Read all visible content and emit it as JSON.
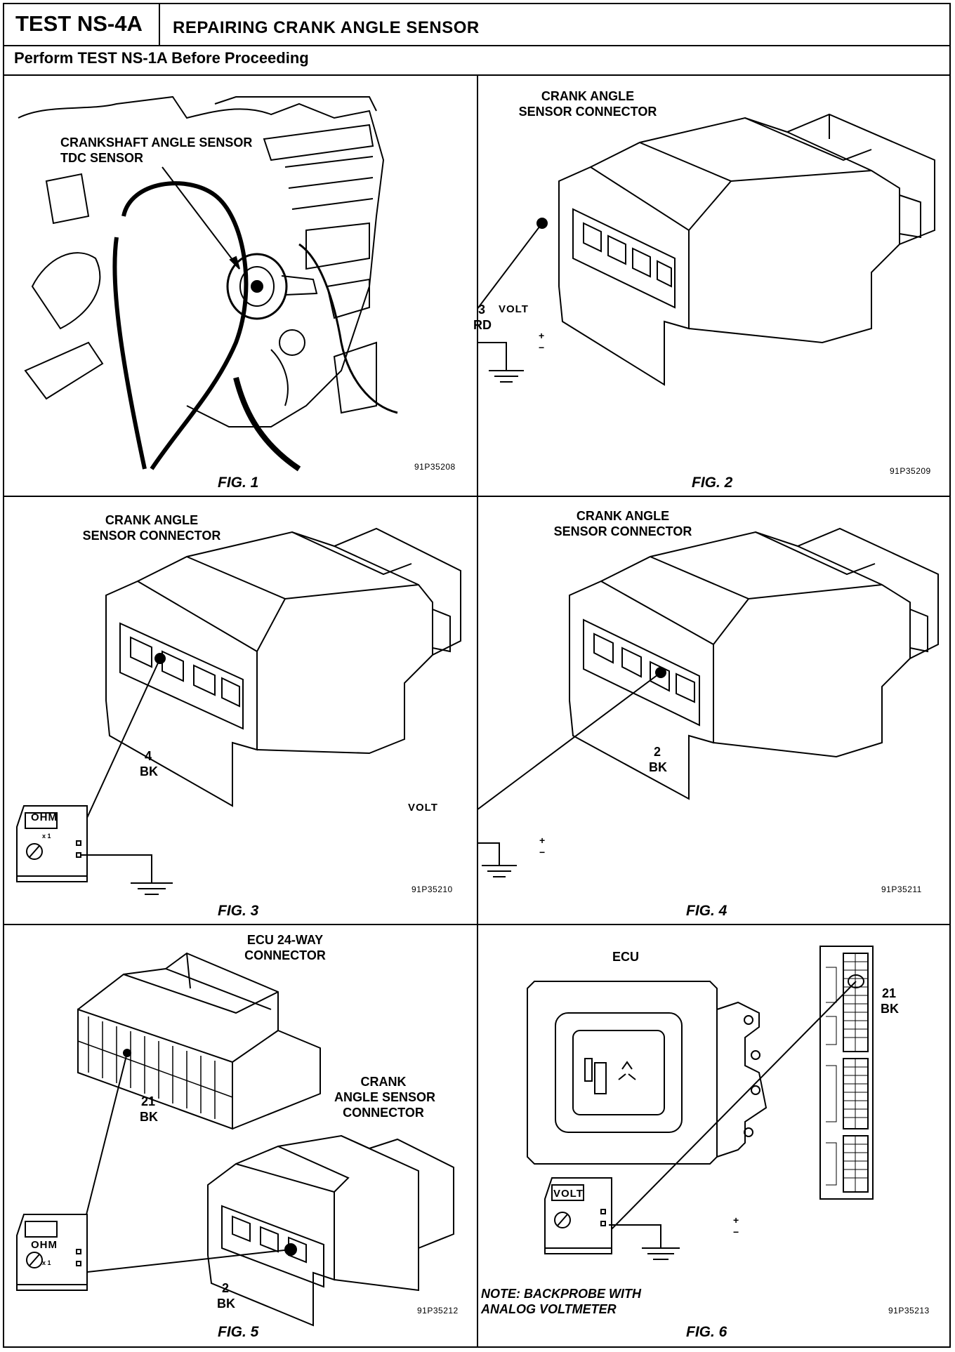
{
  "header": {
    "test_id": "TEST NS-4A",
    "title": "REPAIRING CRANK ANGLE SENSOR",
    "subtitle": "Perform TEST NS-1A Before Proceeding"
  },
  "fig1": {
    "label_line1": "CRANKSHAFT ANGLE SENSOR",
    "label_line2": "TDC SENSOR",
    "code": "91P35208",
    "caption": "FIG. 1"
  },
  "fig2": {
    "label_line1": "CRANK ANGLE",
    "label_line2": "SENSOR CONNECTOR",
    "pin": "3",
    "wire": "RD",
    "meter": "VOLT",
    "plus": "+",
    "minus": "−",
    "code": "91P35209",
    "caption": "FIG. 2"
  },
  "fig3": {
    "label_line1": "CRANK ANGLE",
    "label_line2": "SENSOR CONNECTOR",
    "pin": "4",
    "wire": "BK",
    "meter": "OHM",
    "range": "x 1",
    "code": "91P35210",
    "caption": "FIG. 3"
  },
  "fig4": {
    "label_line1": "CRANK ANGLE",
    "label_line2": "SENSOR CONNECTOR",
    "pin": "2",
    "wire": "BK",
    "meter": "VOLT",
    "plus": "+",
    "minus": "−",
    "code": "91P35211",
    "caption": "FIG. 4"
  },
  "fig5": {
    "ecu_label_line1": "ECU 24-WAY",
    "ecu_label_line2": "CONNECTOR",
    "ecu_pin": "21",
    "ecu_wire": "BK",
    "sensor_label_line1": "CRANK",
    "sensor_label_line2": "ANGLE SENSOR",
    "sensor_label_line3": "CONNECTOR",
    "sensor_pin": "2",
    "sensor_wire": "BK",
    "meter": "OHM",
    "range": "x 1",
    "code": "91P35212",
    "caption": "FIG. 5"
  },
  "fig6": {
    "ecu_label": "ECU",
    "pin": "21",
    "wire": "BK",
    "meter": "VOLT",
    "plus": "+",
    "minus": "−",
    "note_line1": "NOTE: BACKPROBE WITH",
    "note_line2": "ANALOG VOLTMETER",
    "code": "91P35213",
    "caption": "FIG. 6"
  }
}
